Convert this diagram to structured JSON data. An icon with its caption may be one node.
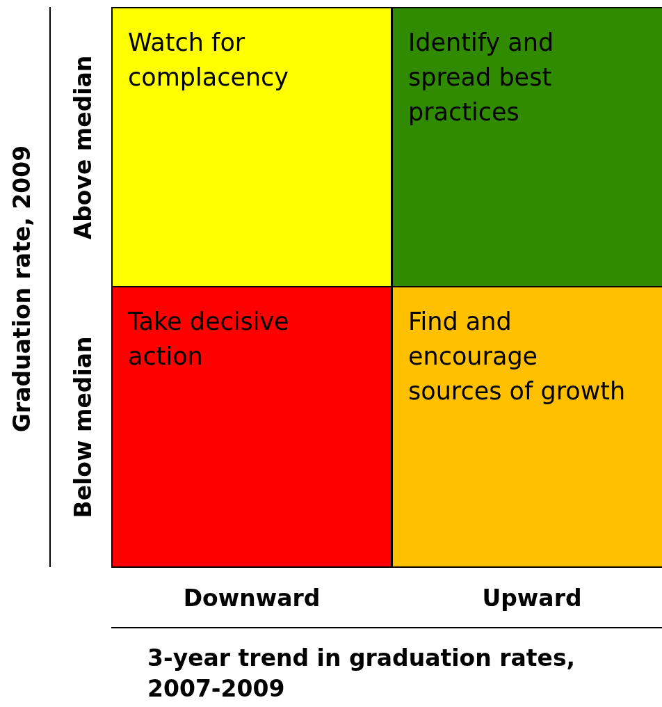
{
  "diagram": {
    "nodes": [
      {
        "text": [
          "Watch for complacency"
        ]
      },
      {
        "text": [
          "Identify and spread best practices"
        ]
      },
      {
        "text": [
          "Take decisive action"
        ]
      },
      {
        "text": [
          "Find and encourage sources of growth"
        ]
      }
    ],
    "labels": [
      "Graduation rate, 2009",
      "Above median",
      "Below median",
      "Downward",
      "Upward",
      "3-year trend in graduation rates, 2007-2009"
    ]
  }
}
